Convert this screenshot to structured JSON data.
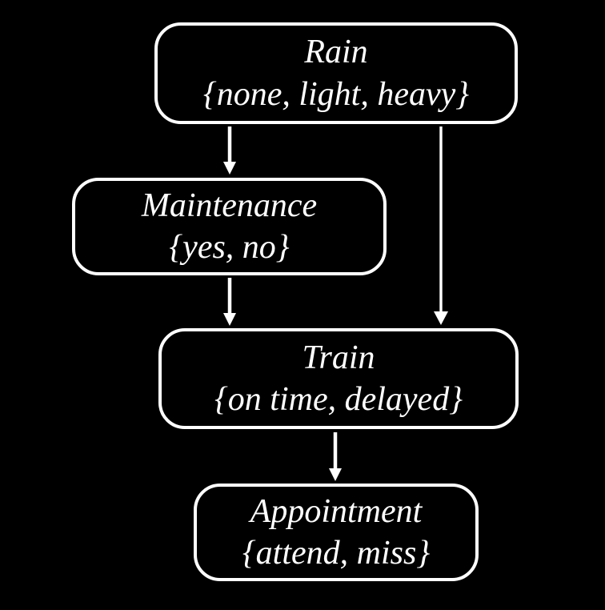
{
  "diagram": {
    "type": "bayesian-network",
    "colors": {
      "background": "#000000",
      "node_border": "#ffffff",
      "node_fill": "#000000",
      "text": "#ffffff",
      "edge": "#ffffff"
    },
    "nodes": [
      {
        "id": "rain",
        "label": "Rain",
        "states": "{none, light, heavy}"
      },
      {
        "id": "maintenance",
        "label": "Maintenance",
        "states": "{yes, no}"
      },
      {
        "id": "train",
        "label": "Train",
        "states": "{on time, delayed}"
      },
      {
        "id": "appointment",
        "label": "Appointment",
        "states": "{attend, miss}"
      }
    ],
    "edges": [
      {
        "from": "Rain",
        "to": "Maintenance"
      },
      {
        "from": "Rain",
        "to": "Train"
      },
      {
        "from": "Maintenance",
        "to": "Train"
      },
      {
        "from": "Train",
        "to": "Appointment"
      }
    ]
  }
}
